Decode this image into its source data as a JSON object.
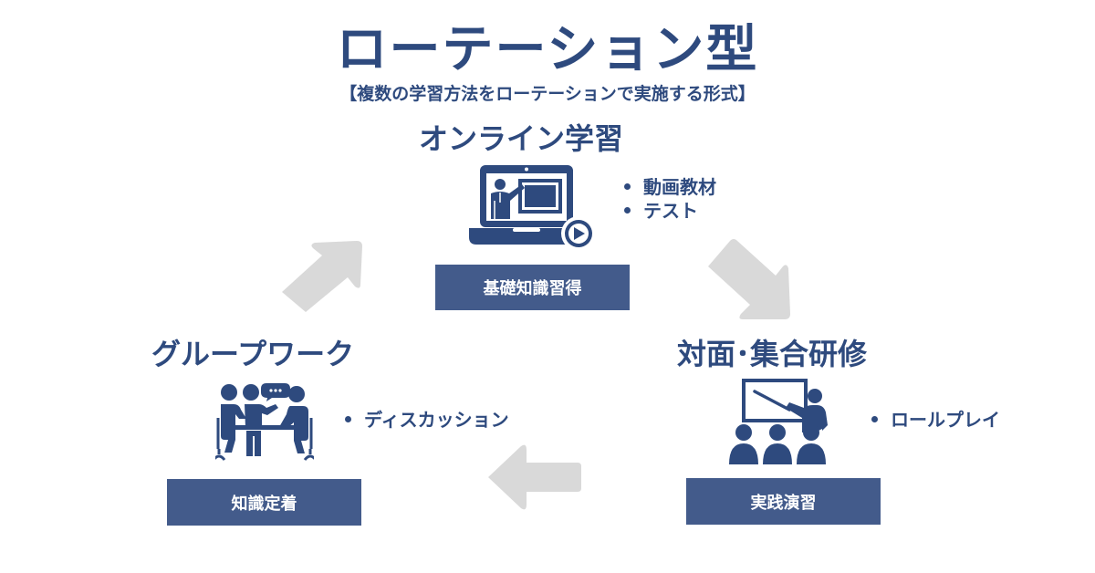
{
  "title": "ローテーション型",
  "subtitle": "【複数の学習方法をローテーションで実施する形式】",
  "colors": {
    "primary": "#2e4a7e",
    "tag_bg": "#435b8b",
    "arrow": "#d9d9d9",
    "background": "#ffffff"
  },
  "nodes": {
    "online": {
      "title": "オンライン学習",
      "icon": "laptop-video-lecture-icon",
      "bullets": [
        "動画教材",
        "テスト"
      ],
      "tag": "基礎知識習得"
    },
    "classroom": {
      "title": "対面･集合研修",
      "icon": "classroom-presentation-icon",
      "bullets": [
        "ロールプレイ"
      ],
      "tag": "実践演習"
    },
    "group": {
      "title": "グループワーク",
      "icon": "group-discussion-icon",
      "bullets": [
        "ディスカッション"
      ],
      "tag": "知識定着"
    }
  },
  "arrows": [
    {
      "from": "online",
      "to": "classroom",
      "direction": "down-right"
    },
    {
      "from": "classroom",
      "to": "group",
      "direction": "left"
    },
    {
      "from": "group",
      "to": "online",
      "direction": "up-right"
    }
  ]
}
